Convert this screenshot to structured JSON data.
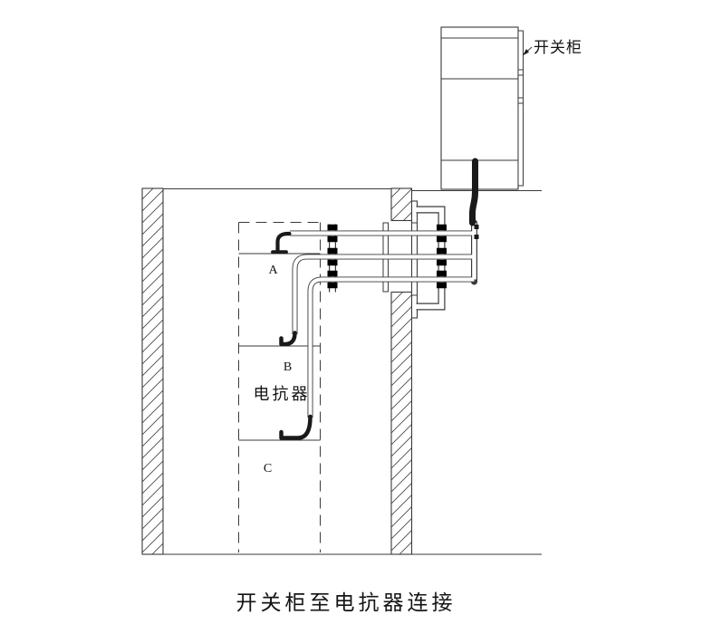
{
  "diagram": {
    "caption": "开关柜至电抗器连接",
    "labels": {
      "switchgear_cabinet": "开关柜",
      "reactor": "电抗器",
      "phase_a": "A",
      "phase_b": "B",
      "phase_c": "C"
    },
    "colors": {
      "line": "#3a3a3a",
      "solid_black": "#1a1a1a",
      "background": "#ffffff"
    }
  }
}
